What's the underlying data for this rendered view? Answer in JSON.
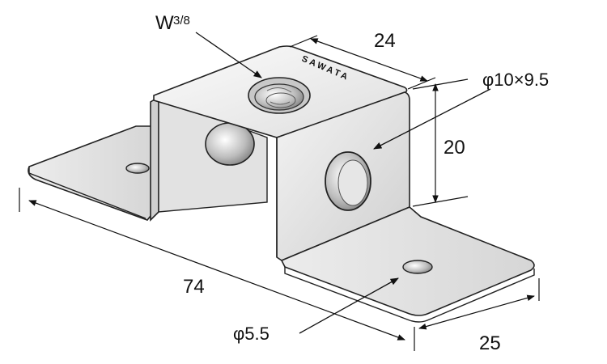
{
  "labels": {
    "thread": "W",
    "thread_fraction": "3/8",
    "brand": "SAWATA",
    "top_width": "24",
    "hole_large": "φ10×9.5",
    "height": "20",
    "length": "74",
    "hole_small": "φ5.5",
    "foot_width": "25"
  },
  "colors": {
    "metal_light": "#f2f2f2",
    "metal_mid": "#d8d8d8",
    "metal_dark": "#a9a9a9",
    "outline": "#222222"
  }
}
